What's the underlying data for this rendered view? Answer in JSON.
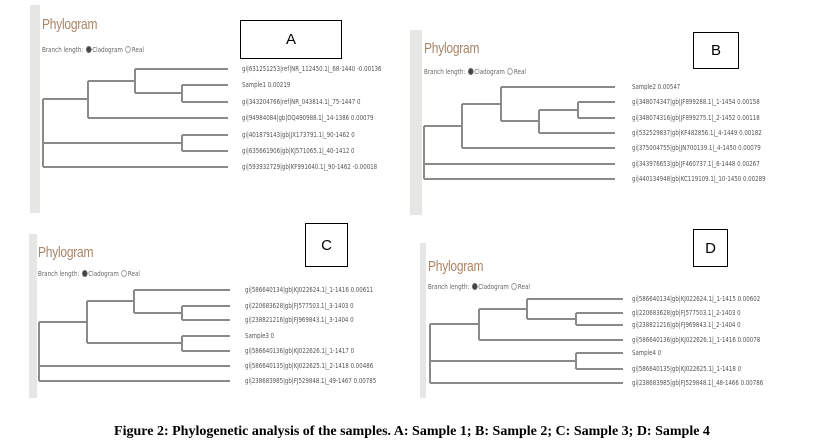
{
  "panels": [
    {
      "id": "a",
      "letter": "A",
      "title": "Phylogram",
      "branch_length_label": "Branch length:",
      "option_cladogram": "Cladogram",
      "option_real": "Real",
      "leaves": [
        "gi|631251253|ref|NR_112450.1|_68-1440 -0.00136",
        "Sample1 0.00219",
        "gi|343204766|ref|NR_043814.1|_75-1447 0",
        "gi|94984084|gb|DQ490988.1|_14-1386 0.00079",
        "gi|401879143|gb|JX173791.1|_90-1462 0",
        "gi|635661906|gb|KJ571065.1|_40-1412 0",
        "gi|593932729|gb|KF991640.1|_90-1462 -0.00018"
      ]
    },
    {
      "id": "b",
      "letter": "B",
      "title": "Phylogram",
      "branch_length_label": "Branch length:",
      "option_cladogram": "Cladogram",
      "option_real": "Real",
      "leaves": [
        "Sample2 0.00547",
        "gi|348074347|gb|JF899288.1|_1-1454 0.00158",
        "gi|348074316|gb|JF899275.1|_2-1452 0.00118",
        "gi|532529837|gb|KF482856.1|_4-1449 0.00182",
        "gi|375004755|gb|JN700139.1|_4-1450 0.00079",
        "gi|343976653|gb|JF460737.1|_6-1448 0.00267",
        "gi|440134948|gb|KC119109.1|_10-1450 0.00289"
      ]
    },
    {
      "id": "c",
      "letter": "C",
      "title": "Phylogram",
      "branch_length_label": "Branch length:",
      "option_cladogram": "Cladogram",
      "option_real": "Real",
      "leaves": [
        "gi|586640134|gb|KJ022624.1|_1-1416 0.00611",
        "gi|220683628|gb|FJ577503.1|_3-1403 0",
        "gi|238821216|gb|FJ969843.1|_3-1404 0",
        "Sample3 0",
        "gi|586640136|gb|KJ022626.1|_1-1417 0",
        "gi|586640135|gb|KJ022625.1|_2-1418 0.00486",
        "gi|238683985|gb|FJ529848.1|_49-1467 0.00785"
      ]
    },
    {
      "id": "d",
      "letter": "D",
      "title": "Phylogram",
      "branch_length_label": "Branch length:",
      "option_cladogram": "Cladogram",
      "option_real": "Real",
      "leaves": [
        "gi|586640134|gb|KJ022624.1|_1-1415 0.00602",
        "gi|220683628|gb|FJ577503.1|_2-1403 0",
        "gi|238821216|gb|FJ969843.1|_2-1404 0",
        "gi|586640136|gb|KJ022626.1|_1-1416 0.00078",
        "Sample4 0",
        "gi|586640135|gb|KJ022625.1|_1-1418 0",
        "gi|238683985|gb|FJ529848.1|_48-1466 0.00786"
      ]
    }
  ],
  "caption": "Figure 2: Phylogenetic analysis of the samples. A: Sample 1; B: Sample 2; C: Sample 3; D: Sample 4"
}
